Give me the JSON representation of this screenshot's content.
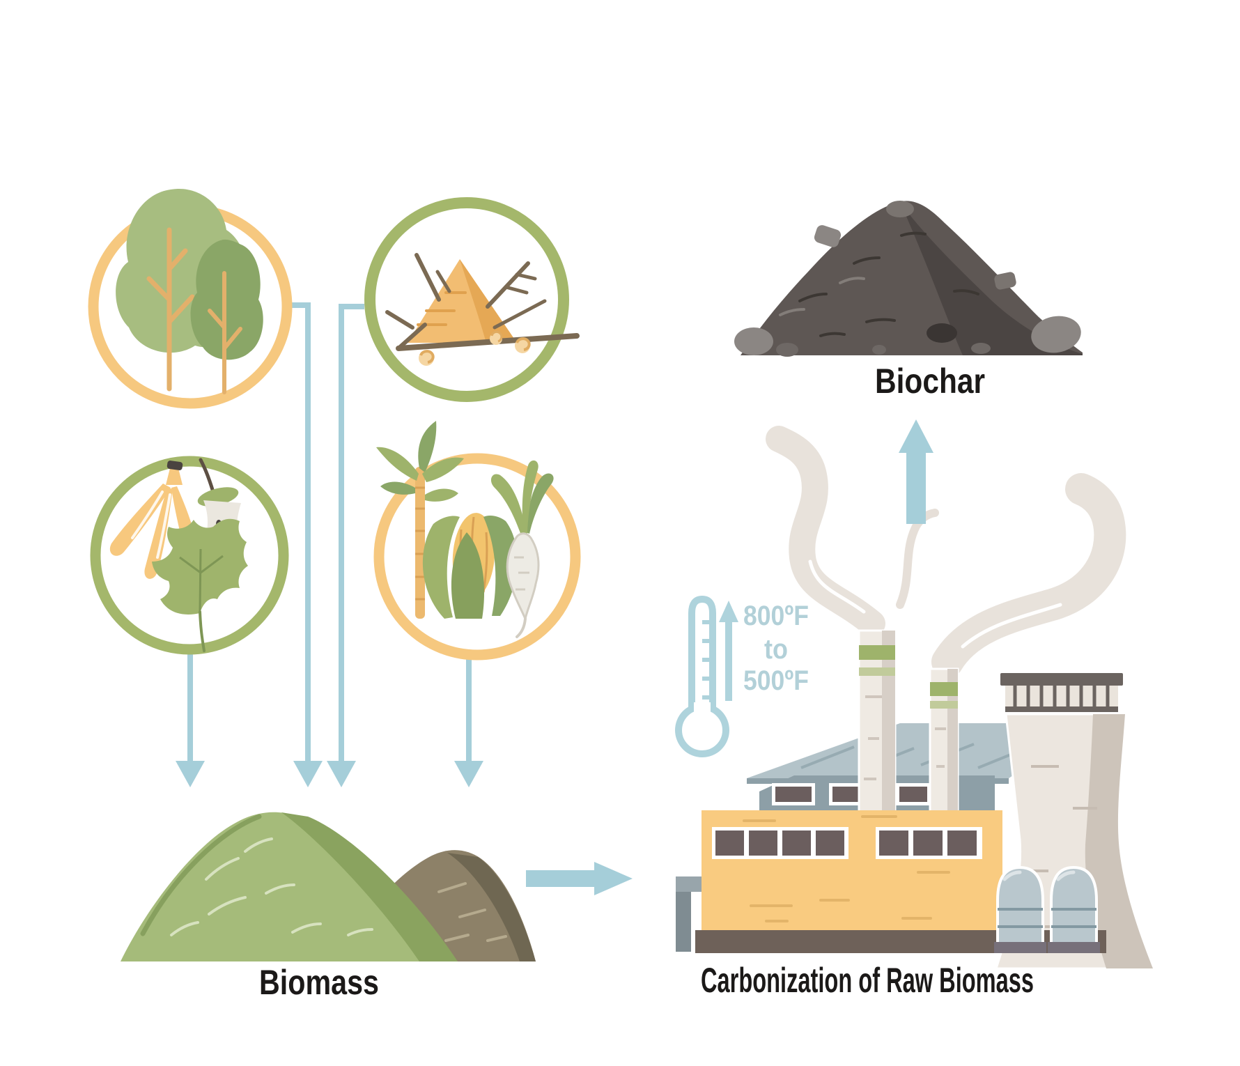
{
  "title": "Biochar production process diagram",
  "labels": {
    "biomass": "Biomass",
    "carbonization": "Carbonization of  Raw Biomass",
    "biochar": "Biochar"
  },
  "thermometer": {
    "range_top": "800ºF",
    "range_mid": "to",
    "range_bottom": "500ºF"
  },
  "sources": [
    {
      "id": "trees",
      "description": "trees / wood"
    },
    {
      "id": "straw",
      "description": "straw pile with branches"
    },
    {
      "id": "food-waste",
      "description": "banana peel, apple core, leaf"
    },
    {
      "id": "crops",
      "description": "sugarcane, corn, radish"
    }
  ],
  "palette": {
    "arrow_blue": "#a5ced9",
    "thermometer_blue": "#aed3dc",
    "temp_text_blue": "#b2d0d8",
    "ring_yellow": "#f6c87f",
    "ring_green": "#a4b76b",
    "biomass_green": "#a5bb7a",
    "biomass_brown": "#8d8168",
    "biochar_dark": "#5e5754",
    "factory_yellow": "#f9cb80",
    "factory_base": "#6e6159",
    "roof_gray": "#b3c3c9",
    "smoke_beige": "#e8e2db",
    "label_text": "#1b1918"
  }
}
